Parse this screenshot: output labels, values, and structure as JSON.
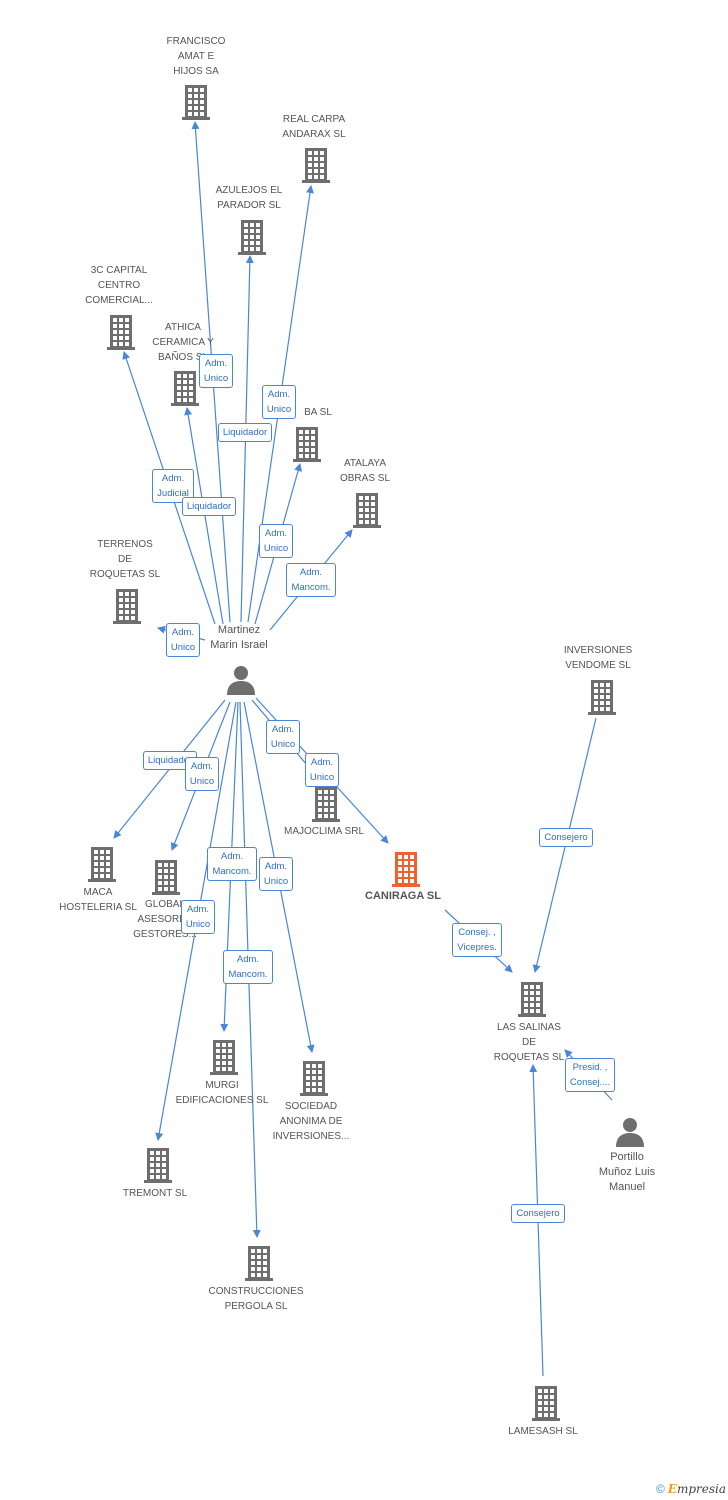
{
  "colors": {
    "company": "#6e6e6e",
    "highlight": "#f0622d",
    "person": "#6e6e6e",
    "edge": "#4a86d8",
    "text": "#555555"
  },
  "nodes": [
    {
      "id": "francisco",
      "type": "company",
      "lines": [
        "FRANCISCO",
        "AMAT E",
        "HIJOS SA"
      ]
    },
    {
      "id": "realcarpa",
      "type": "company",
      "lines": [
        "REAL CARPA",
        "ANDARAX SL"
      ]
    },
    {
      "id": "azulejos",
      "type": "company",
      "lines": [
        "AZULEJOS EL",
        "PARADOR SL"
      ]
    },
    {
      "id": "3c",
      "type": "company",
      "lines": [
        "3C CAPITAL",
        "CENTRO",
        "COMERCIAL..."
      ]
    },
    {
      "id": "athica",
      "type": "company",
      "lines": [
        "ATHICA",
        "CERAMICA Y",
        "BAÑOS SL"
      ]
    },
    {
      "id": "baSL",
      "type": "company",
      "lines": [
        "BA SL"
      ]
    },
    {
      "id": "atalaya",
      "type": "company",
      "lines": [
        "ATALAYA",
        "OBRAS SL"
      ]
    },
    {
      "id": "terrenos",
      "type": "company",
      "lines": [
        "TERRENOS",
        "DE",
        "ROQUETAS SL"
      ]
    },
    {
      "id": "martinez",
      "type": "person",
      "lines": [
        "Martinez",
        "Marin Israel"
      ]
    },
    {
      "id": "inversiones",
      "type": "company",
      "lines": [
        "INVERSIONES",
        "VENDOME  SL"
      ]
    },
    {
      "id": "majoclima",
      "type": "company",
      "lines": [
        "MAJOCLIMA SRL"
      ]
    },
    {
      "id": "caniraga",
      "type": "highlight",
      "lines": [
        "CANIRAGA SL"
      ]
    },
    {
      "id": "maca",
      "type": "company",
      "lines": [
        "MACA",
        "HOSTELERIA SL"
      ]
    },
    {
      "id": "global",
      "type": "company",
      "lines": [
        "GLOBAL",
        "ASESORES",
        "GESTORES..."
      ]
    },
    {
      "id": "salinas",
      "type": "company",
      "lines": [
        "LAS SALINAS",
        "DE",
        "ROQUETAS SL"
      ]
    },
    {
      "id": "murgi",
      "type": "company",
      "lines": [
        "MURGI",
        "EDIFICACIONES SL"
      ]
    },
    {
      "id": "sociedad",
      "type": "company",
      "lines": [
        "SOCIEDAD",
        "ANONIMA DE",
        "INVERSIONES..."
      ]
    },
    {
      "id": "portillo",
      "type": "person",
      "lines": [
        "Portillo",
        "Muñoz Luis",
        "Manuel"
      ]
    },
    {
      "id": "tremont",
      "type": "company",
      "lines": [
        "TREMONT SL"
      ]
    },
    {
      "id": "pergola",
      "type": "company",
      "lines": [
        "CONSTRUCCIONES",
        "PERGOLA SL"
      ]
    },
    {
      "id": "lamesash",
      "type": "company",
      "lines": [
        "LAMESASH  SL"
      ]
    }
  ],
  "edges": [
    {
      "from": "martinez",
      "to": "francisco"
    },
    {
      "from": "martinez",
      "to": "realcarpa"
    },
    {
      "from": "martinez",
      "to": "azulejos"
    },
    {
      "from": "martinez",
      "to": "3c"
    },
    {
      "from": "martinez",
      "to": "athica"
    },
    {
      "from": "martinez",
      "to": "baSL"
    },
    {
      "from": "martinez",
      "to": "atalaya"
    },
    {
      "from": "martinez",
      "to": "terrenos"
    },
    {
      "from": "martinez",
      "to": "maca"
    },
    {
      "from": "martinez",
      "to": "global"
    },
    {
      "from": "martinez",
      "to": "tremont"
    },
    {
      "from": "martinez",
      "to": "murgi"
    },
    {
      "from": "martinez",
      "to": "pergola"
    },
    {
      "from": "martinez",
      "to": "sociedad"
    },
    {
      "from": "martinez",
      "to": "majoclima"
    },
    {
      "from": "martinez",
      "to": "caniraga"
    },
    {
      "from": "caniraga",
      "to": "salinas"
    },
    {
      "from": "inversiones",
      "to": "salinas"
    },
    {
      "from": "portillo",
      "to": "salinas"
    },
    {
      "from": "lamesash",
      "to": "salinas"
    }
  ],
  "badges": [
    {
      "id": "b1",
      "lines": [
        "Adm.",
        "Unico"
      ]
    },
    {
      "id": "b2",
      "lines": [
        "Adm.",
        "Unico"
      ]
    },
    {
      "id": "b3",
      "lines": [
        "Liquidador"
      ]
    },
    {
      "id": "b4",
      "lines": [
        "Adm.",
        "Judicial"
      ]
    },
    {
      "id": "b5",
      "lines": [
        "Liquidador"
      ]
    },
    {
      "id": "b6",
      "lines": [
        "Adm.",
        "Unico"
      ]
    },
    {
      "id": "b7",
      "lines": [
        "Adm.",
        "Mancom."
      ]
    },
    {
      "id": "b8",
      "lines": [
        "Adm.",
        "Unico"
      ]
    },
    {
      "id": "b9",
      "lines": [
        "Adm.",
        "Unico"
      ]
    },
    {
      "id": "b10",
      "lines": [
        "Liquidador"
      ]
    },
    {
      "id": "b11",
      "lines": [
        "Adm.",
        "Unico"
      ]
    },
    {
      "id": "b12",
      "lines": [
        "Adm.",
        "Unico"
      ]
    },
    {
      "id": "b13",
      "lines": [
        "Adm.",
        "Mancom."
      ]
    },
    {
      "id": "b14",
      "lines": [
        "Adm.",
        "Unico"
      ]
    },
    {
      "id": "b15",
      "lines": [
        "Adm.",
        "Unico"
      ]
    },
    {
      "id": "b16",
      "lines": [
        "Adm.",
        "Mancom."
      ]
    },
    {
      "id": "b17",
      "lines": [
        "Consejero"
      ]
    },
    {
      "id": "b18",
      "lines": [
        "Consej. ,",
        "Vicepres."
      ]
    },
    {
      "id": "b19",
      "lines": [
        "Presid. ,",
        "Consej...."
      ]
    },
    {
      "id": "b20",
      "lines": [
        "Consejero"
      ]
    }
  ],
  "footer": {
    "copyright": "©",
    "brand_first": "E",
    "brand_rest": "mpresia"
  }
}
